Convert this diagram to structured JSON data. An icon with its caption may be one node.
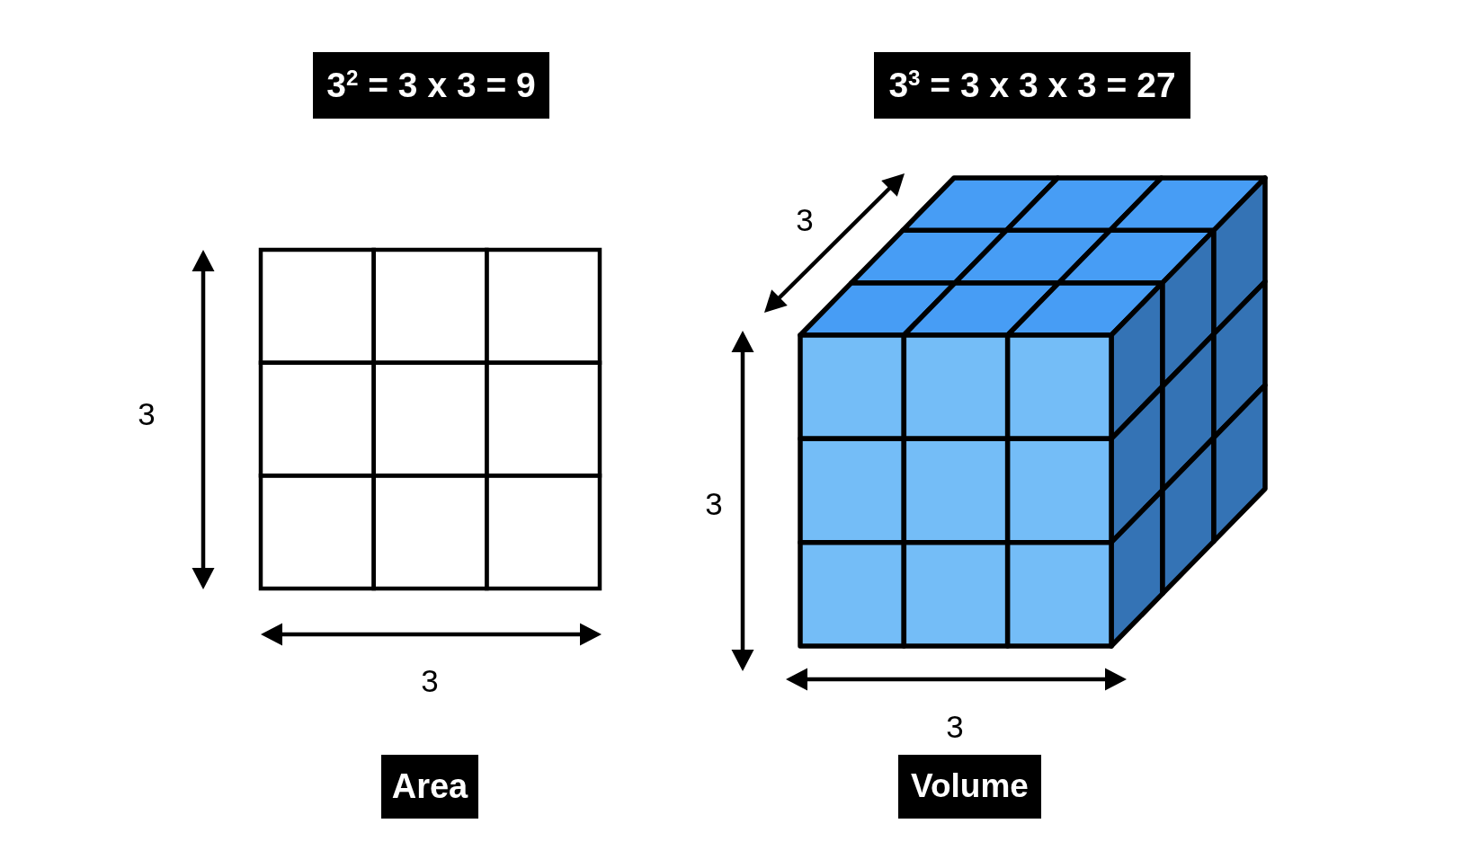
{
  "diagram": {
    "nodes": [
      {
        "text": [
          "3$^{2}$ = 3 x 3 = 9"
        ]
      },
      {
        "text": [
          "3$^{3}$ = 3 x 3 x 3 = 27"
        ]
      },
      {
        "text": [
          "Area"
        ]
      },
      {
        "text": [
          "Volume"
        ]
      }
    ],
    "labels": [
      "3",
      "3",
      "3",
      "3",
      "3"
    ]
  }
}
